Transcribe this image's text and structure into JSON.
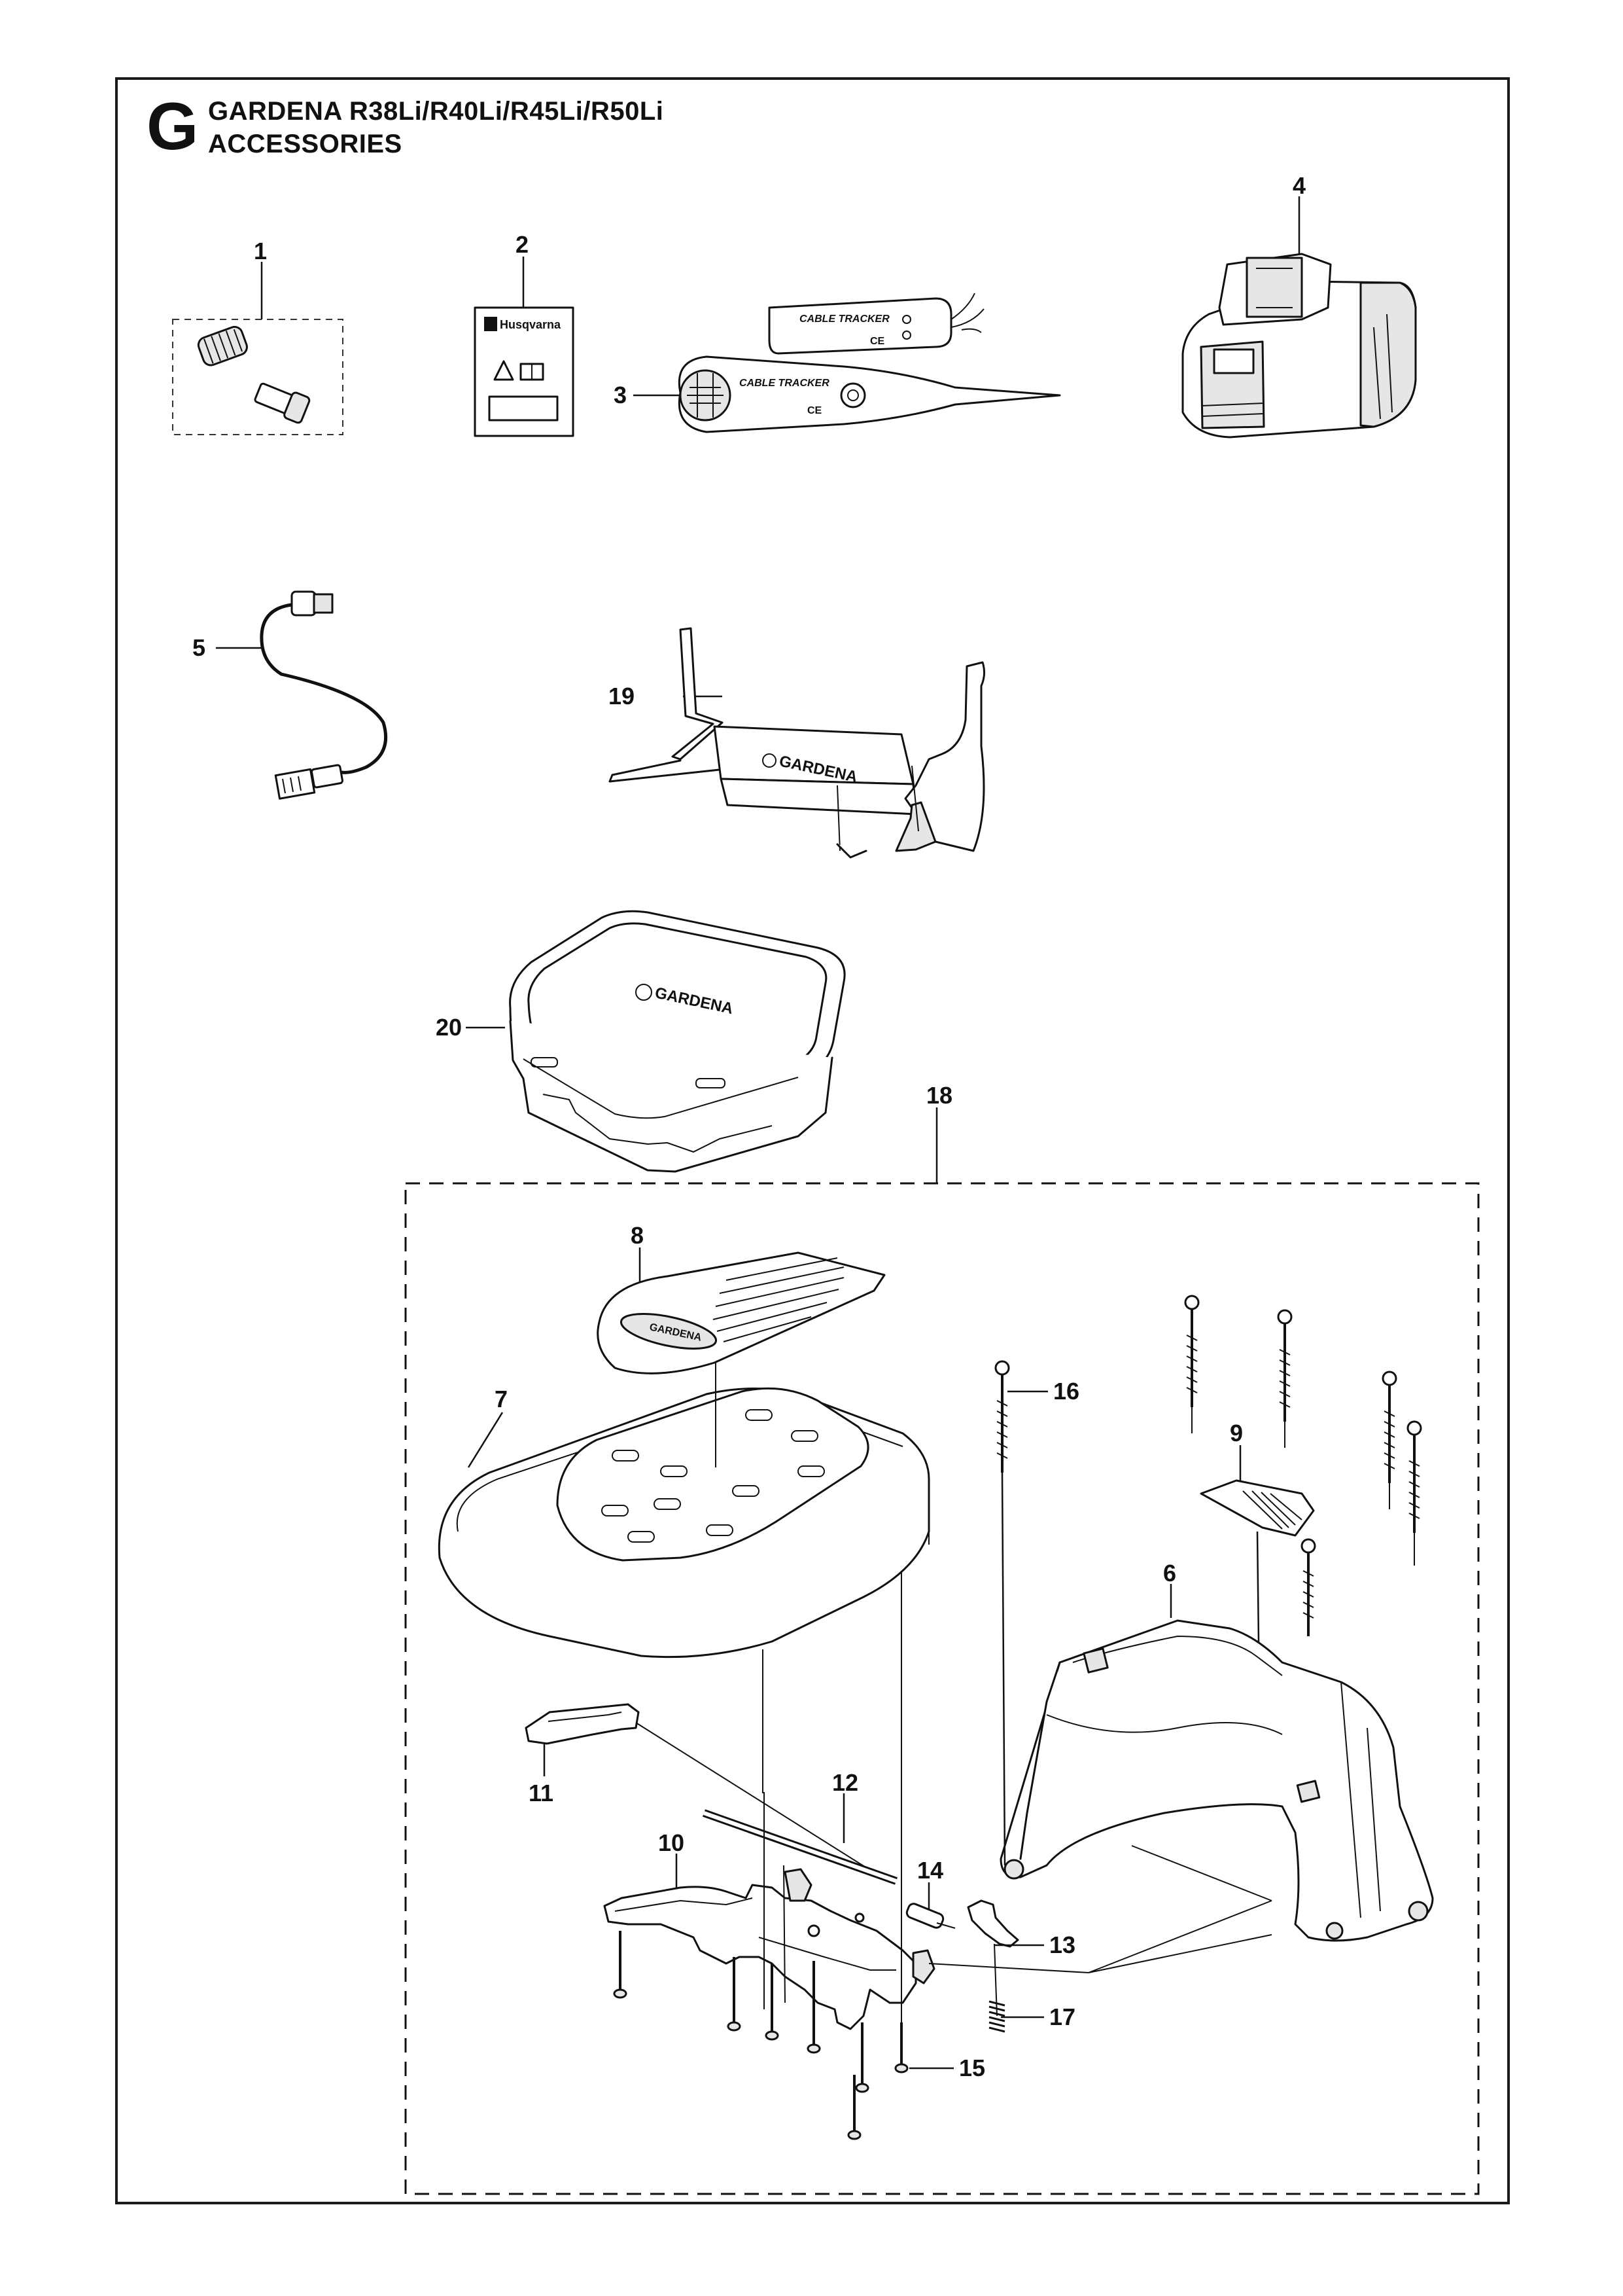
{
  "header": {
    "section_letter": "G",
    "model_line": "GARDENA  R38Li/R40Li/R45Li/R50Li",
    "subtitle": "ACCESSORIES"
  },
  "callouts": [
    "1",
    "2",
    "3",
    "4",
    "5",
    "6",
    "7",
    "8",
    "9",
    "10",
    "11",
    "12",
    "13",
    "14",
    "15",
    "16",
    "17",
    "18",
    "19",
    "20"
  ],
  "part_markings": {
    "manual_brand": "Husqvarna",
    "tracker_label": "CABLE TRACKER",
    "tracker_ce": "CE",
    "gardena_logo": "GARDENA"
  }
}
